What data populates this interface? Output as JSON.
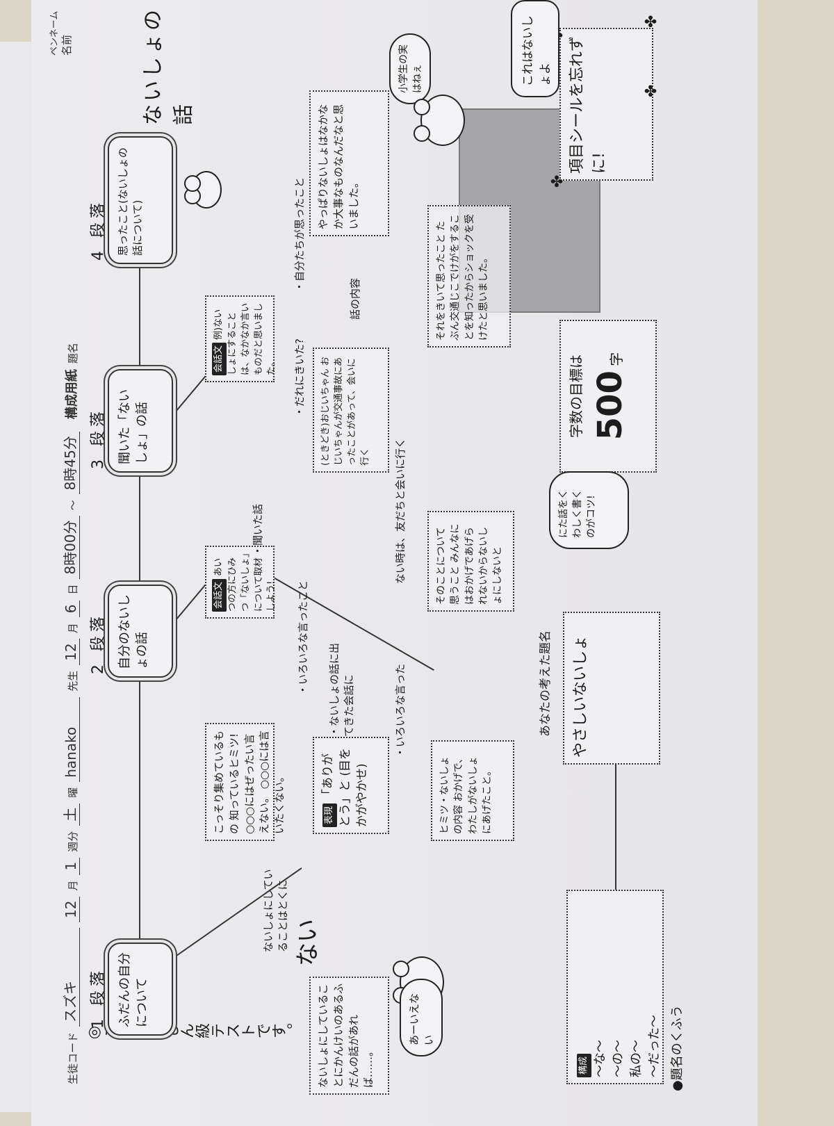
{
  "header": {
    "student_code_label": "生徒コード",
    "student_code": "スズキ",
    "month": "12",
    "month_unit": "月",
    "week": "1",
    "week_unit": "週分",
    "day": "土",
    "day_unit": "曜",
    "teacher": "hanako",
    "teacher_unit": "先生",
    "date_month": "12",
    "date_month_unit": "月",
    "date_day": "6",
    "date_day_unit": "日",
    "time_start": "8時00分",
    "tilde": "〜",
    "time_end": "8時45分",
    "form_title": "構成用紙",
    "title_label": "題名",
    "title_value": "ないしょの話",
    "name_label": "名前",
    "penname_label": "ペンネーム"
  },
  "note_left": "◎この週はしん級テストです。",
  "paragraphs": [
    {
      "label": "1 段落",
      "text": "ふだんの自分について"
    },
    {
      "label": "2 段落",
      "text": "自分のないしょの話"
    },
    {
      "label": "3 段落",
      "text": "聞いた「ないしょ」の話"
    },
    {
      "label": "4 段落",
      "text": "思ったこと(ないしょの話について)"
    }
  ],
  "boxes": {
    "secret_items": "こっそり集めているもの 知っているヒミツ! ○○○にはぜったい言えない。 ○○○には言いたくない。",
    "related_story": "ないしょにしていることにかんけいのあるふだんの話があれば……。",
    "interview_badge": "会話文",
    "interview": "あいつの方にひみつ「ないしょ」について取材しよう!",
    "expression_badge": "表現",
    "expression": "「ありがとう」と (目をかがやかせ)",
    "heard_story": "(ときどき)おじいちゃん おじいちゃんが交通事故にあったことがあって、会いに行く",
    "example_badge": "会話文",
    "example": "例)ないしょにすることは、なかなか言いものだと思いました。",
    "conclusion": "やっぱりないしょはなかなか大事なものなんだなと思いました。",
    "secret_content": "ヒミツ・ないしょの内容 おかげで、わたしがないしょにあげたこと。",
    "thoughts": "そのことについて思うこと みんなにはおかげであげられないからないしょにしないと",
    "after_hearing": "それをきいて思ったこと たぶん交通じこでけがをすることを知ったからショックを受けたと思いました。"
  },
  "title_box": {
    "label": "あなたの考えた題名",
    "value": "やさしいないしょ"
  },
  "structure": {
    "badge": "構成",
    "lines": [
      "〜な〜",
      "〜の〜",
      "私の〜",
      "〜だった〜"
    ]
  },
  "footer": "●題名のくふう",
  "goal": {
    "prefix": "字数の目標は",
    "count": "500",
    "unit": "字"
  },
  "sticker_note": "項目シールを忘れずに!",
  "speech": {
    "secret": "これはないしょよ",
    "elementary": "小学生の実はねぇ",
    "cant_say": "あーいえない",
    "tip": "にた話をくわしく書くのがコツ!"
  },
  "annotations": {
    "none": "ないしょにしていることはとくに",
    "none_big": "ない",
    "heard": "・聞いた話",
    "who": "・だれにきいた?",
    "thought": "・自分たちが思ったこと",
    "content": "話の内容",
    "said": "・いろいろな言ったこと",
    "conv": "・ないしょの話に出てきた会話に",
    "said2": "・いろいろな言った",
    "visit": "ない時は、友だちと会いに行く"
  }
}
